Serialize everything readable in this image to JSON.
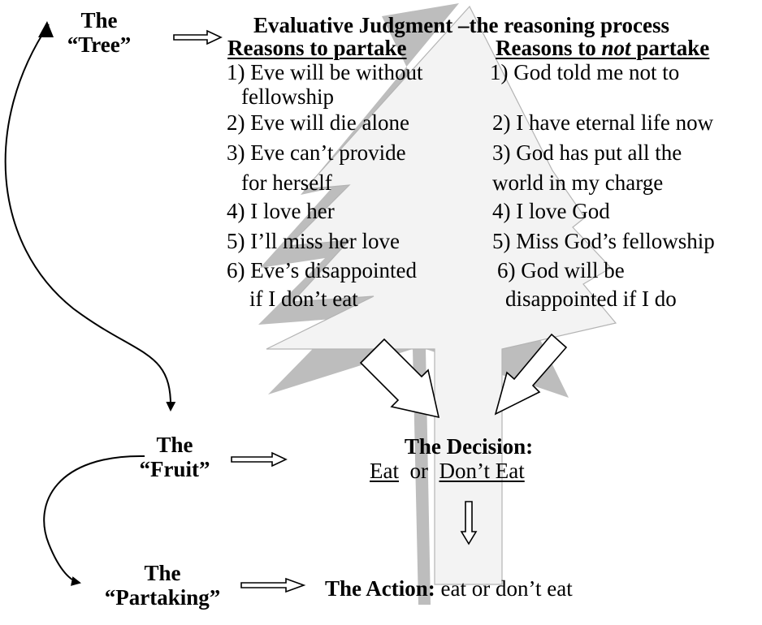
{
  "left_labels": {
    "tree": {
      "line1": "The",
      "line2": "“Tree”"
    },
    "fruit": {
      "line1": "The",
      "line2": "“Fruit”"
    },
    "partaking": {
      "line1": "The",
      "line2": "“Partaking”"
    }
  },
  "title": "Evaluative Judgment –the reasoning process",
  "col_left": {
    "heading": "Reasons to partake",
    "items": [
      "1) Eve will be without",
      "fellowship",
      "2) Eve will die alone",
      "3) Eve can’t provide",
      "for herself",
      "4) I love her",
      "5) I’ll miss her love",
      "6) Eve’s disappointed",
      "if I don’t eat"
    ]
  },
  "col_right": {
    "heading_pre": "Reasons to ",
    "heading_em": "not",
    "heading_post": " partake",
    "items": [
      "1) God told me not to",
      "2) I have eternal life now",
      "3) God has put all the",
      "world in my charge",
      "4) I love God",
      "5) Miss God’s fellowship",
      "6) God will be",
      "disappointed if I do"
    ]
  },
  "decision": {
    "label": "The Decision:",
    "option1": "Eat",
    "or": "or",
    "option2": "Don’t Eat"
  },
  "action": {
    "label": "The Action:",
    "text": "eat or don’t eat"
  },
  "colors": {
    "tree_fill": "#f3f3f3",
    "tree_shadow": "#bdbdbd",
    "ink": "#000000"
  }
}
